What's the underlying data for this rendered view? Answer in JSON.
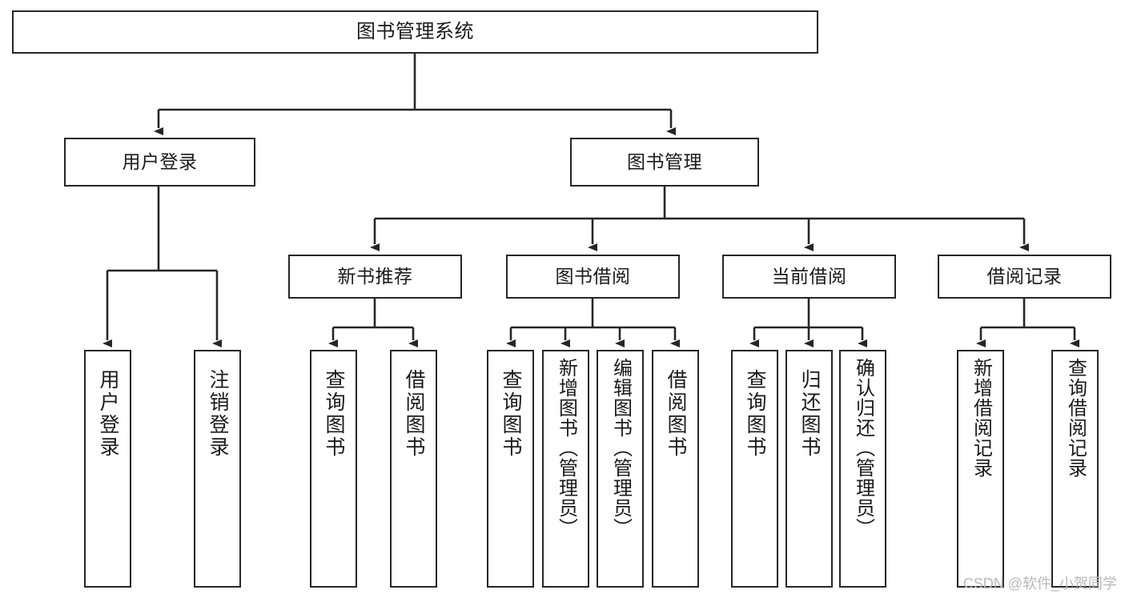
{
  "diagram": {
    "title": "图书管理系统",
    "watermark": "CSDN @软件_小贺同学",
    "line_color": "#262626",
    "box_border_color": "#262626",
    "background_color": "#ffffff",
    "text_color": "#1a1a1a"
  },
  "nodes": {
    "root": {
      "label": "图书管理系统"
    },
    "level2": [
      {
        "label": "用户登录"
      },
      {
        "label": "图书管理"
      }
    ],
    "level3": [
      {
        "label": "新书推荐"
      },
      {
        "label": "图书借阅"
      },
      {
        "label": "当前借阅"
      },
      {
        "label": "借阅记录"
      }
    ],
    "leaves": {
      "user_login": [
        {
          "label": "用户登录"
        },
        {
          "label": "注销登录"
        }
      ],
      "new_book_recommend": [
        {
          "label": "查询图书"
        },
        {
          "label": "借阅图书"
        }
      ],
      "book_borrow": [
        {
          "label": "查询图书"
        },
        {
          "label": "新增图书（管理员）"
        },
        {
          "label": "编辑图书（管理员）"
        },
        {
          "label": "借阅图书"
        }
      ],
      "current_borrow": [
        {
          "label": "查询图书"
        },
        {
          "label": "归还图书"
        },
        {
          "label": "确认归还（管理员）"
        }
      ],
      "borrow_record": [
        {
          "label": "新增借阅记录"
        },
        {
          "label": "查询借阅记录"
        }
      ]
    }
  }
}
